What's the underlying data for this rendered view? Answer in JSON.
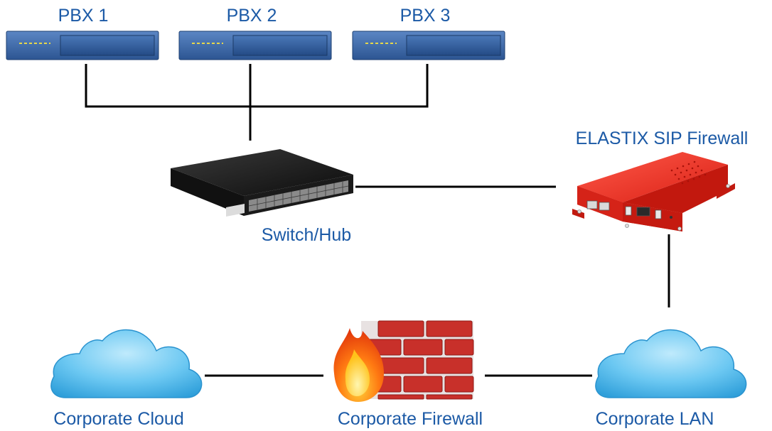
{
  "nodes": {
    "pbx1": {
      "label": "PBX 1"
    },
    "pbx2": {
      "label": "PBX 2"
    },
    "pbx3": {
      "label": "PBX 3"
    },
    "switch": {
      "label": "Switch/Hub"
    },
    "sip_firewall": {
      "label": "ELASTIX SIP Firewall"
    },
    "cloud": {
      "label": "Corporate Cloud"
    },
    "corp_firewall": {
      "label": "Corporate Firewall"
    },
    "lan": {
      "label": "Corporate LAN"
    }
  },
  "edges": [
    {
      "from": "PBX 1",
      "to": "Switch/Hub"
    },
    {
      "from": "PBX 2",
      "to": "Switch/Hub"
    },
    {
      "from": "PBX 3",
      "to": "Switch/Hub"
    },
    {
      "from": "Switch/Hub",
      "to": "ELASTIX SIP Firewall"
    },
    {
      "from": "ELASTIX SIP Firewall",
      "to": "Corporate LAN"
    },
    {
      "from": "Corporate LAN",
      "to": "Corporate Firewall"
    },
    {
      "from": "Corporate Firewall",
      "to": "Corporate Cloud"
    }
  ],
  "colors": {
    "label_text": "#1c5aa6",
    "connector": "#000000",
    "pbx_body": "#3b6aa8",
    "sip_firewall_body": "#e0271d",
    "brick": "#c8302a",
    "cloud": "#5ac0ef"
  }
}
